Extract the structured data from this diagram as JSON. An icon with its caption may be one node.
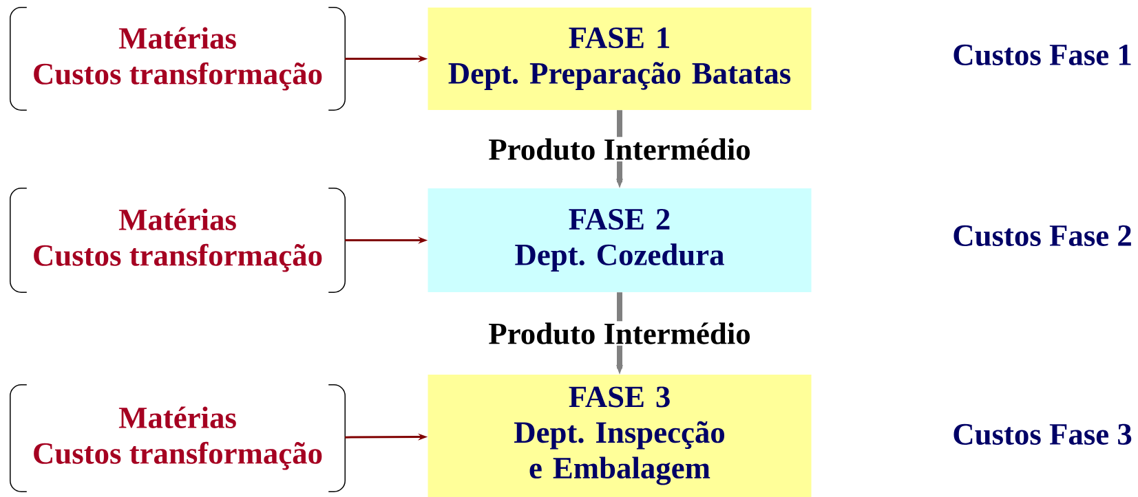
{
  "diagram": {
    "nodes": [
      {
        "text": [
          "Matérias",
          "Custos transformação"
        ]
      },
      {
        "text": [
          "FASE 1",
          "Dept. Preparação Batatas"
        ]
      },
      {
        "text": [
          "Matérias",
          "Custos transformação"
        ]
      },
      {
        "text": [
          "FASE 2",
          "Dept. Cozedura"
        ]
      },
      {
        "text": [
          "Matérias",
          "Custos transformação"
        ]
      },
      {
        "text": [
          "FASE 3",
          "Dept. Inspecção e Embalagem"
        ]
      }
    ],
    "edges": [
      {
        "from": 0,
        "to": 1,
        "arrow": "to"
      },
      {
        "from": 1,
        "to": 3,
        "arrow": "to",
        "label": "Produto Intermédio",
        "color": "#808080",
        "style": "thick"
      },
      {
        "from": 2,
        "to": 3,
        "arrow": "to"
      },
      {
        "from": 3,
        "to": 5,
        "arrow": "to",
        "label": "Produto Intermédio",
        "color": "#808080",
        "style": "thick"
      },
      {
        "from": 4,
        "to": 5,
        "arrow": "to"
      }
    ],
    "labels": [
      "Custos Fase 1",
      "Custos Fase 2",
      "Custos Fase 3"
    ]
  }
}
